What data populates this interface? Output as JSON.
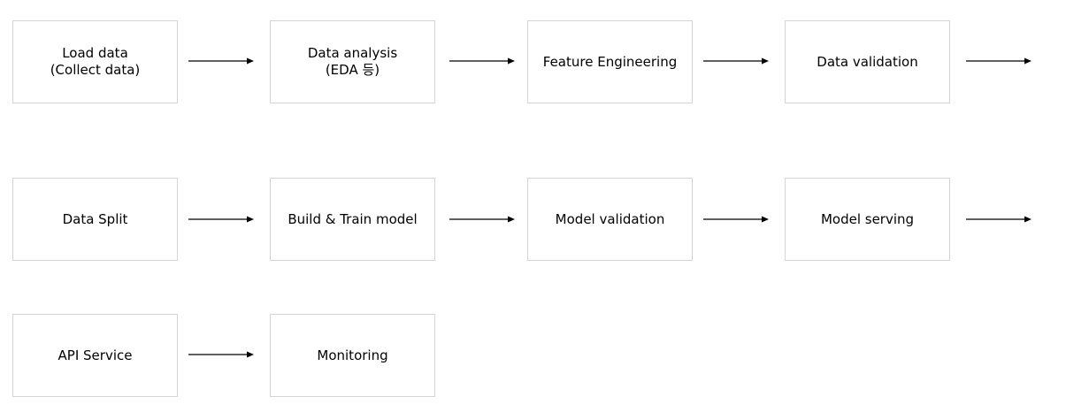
{
  "pipeline": {
    "steps": [
      {
        "label": "Load data\n(Collect data)"
      },
      {
        "label": "Data analysis\n(EDA 등)"
      },
      {
        "label": "Feature Engineering"
      },
      {
        "label": "Data validation"
      },
      {
        "label": "Data Split"
      },
      {
        "label": "Build & Train model"
      },
      {
        "label": "Model validation"
      },
      {
        "label": "Model serving"
      },
      {
        "label": "API Service"
      },
      {
        "label": "Monitoring"
      }
    ]
  },
  "colors": {
    "box_border": "#d4d4d4",
    "arrow": "#000000",
    "text": "#000000",
    "background": "#ffffff"
  }
}
